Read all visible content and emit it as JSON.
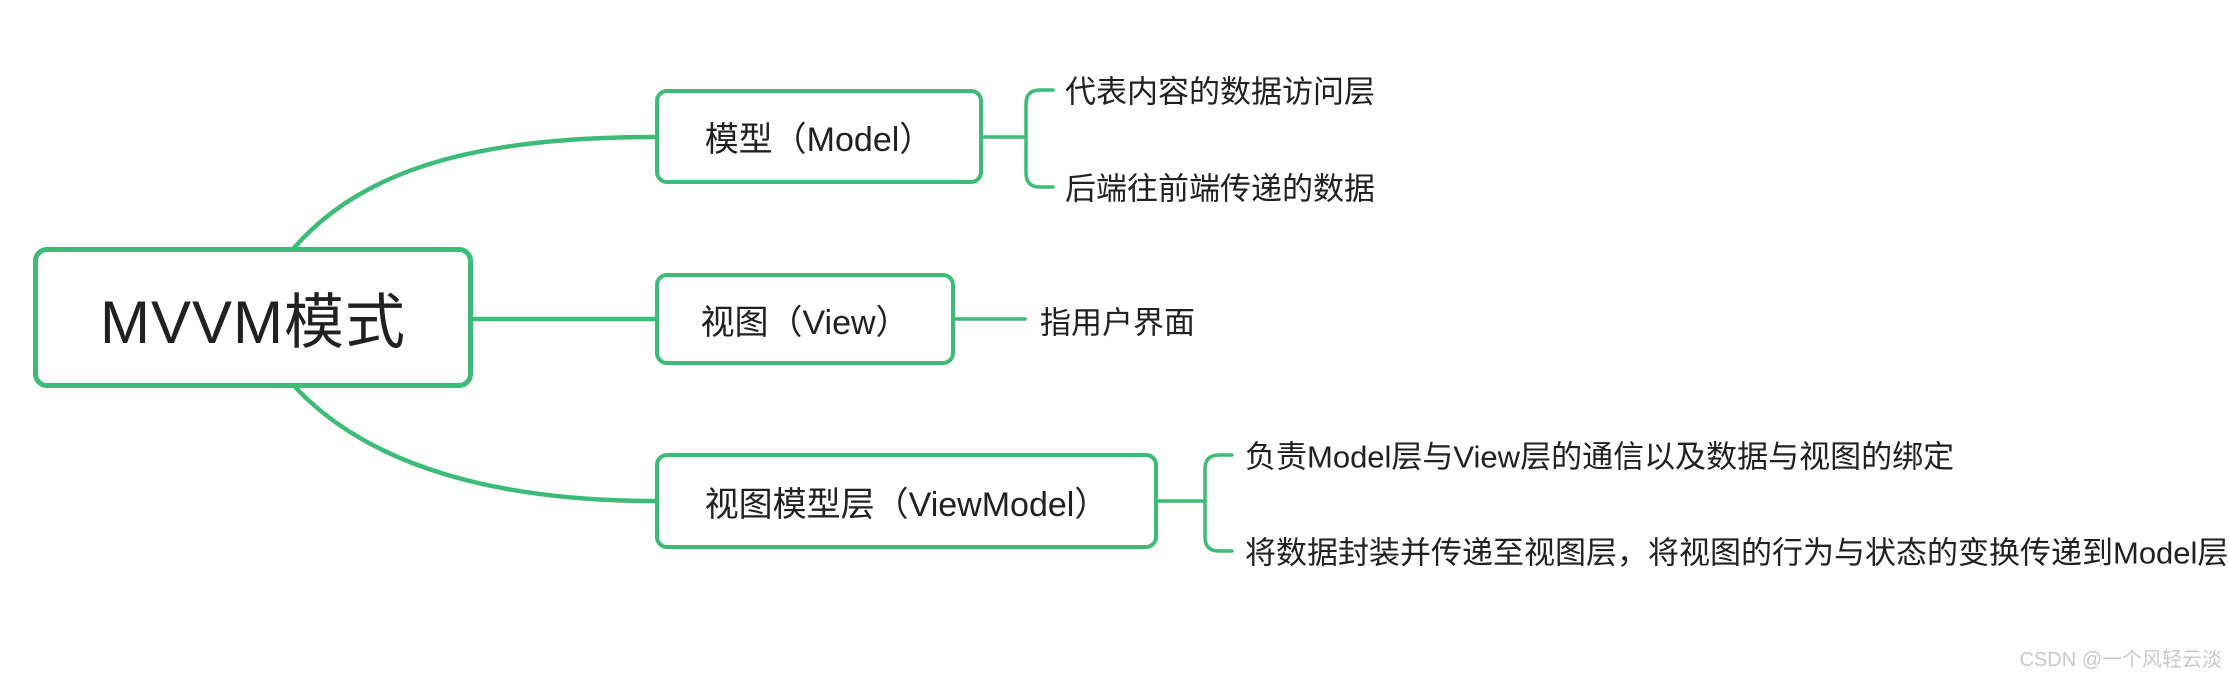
{
  "colors": {
    "accent_green": "#3CBC76",
    "text_dark": "#212121",
    "watermark_gray": "#c9c9c9",
    "canvas_bg": "#ffffff"
  },
  "mindmap": {
    "root": {
      "label": "MVVM模式"
    },
    "branches": [
      {
        "label": "模型（Model）",
        "children": [
          {
            "label": "代表内容的数据访问层"
          },
          {
            "label": "后端往前端传递的数据"
          }
        ]
      },
      {
        "label": "视图（View）",
        "children": [
          {
            "label": "指用户界面"
          }
        ]
      },
      {
        "label": "视图模型层（ViewModel）",
        "children": [
          {
            "label": "负责Model层与View层的通信以及数据与视图的绑定"
          },
          {
            "label": "将数据封装并传递至视图层，将视图的行为与状态的变换传递到Model层"
          }
        ]
      }
    ]
  },
  "watermark": {
    "label": "CSDN @一个风轻云淡"
  }
}
